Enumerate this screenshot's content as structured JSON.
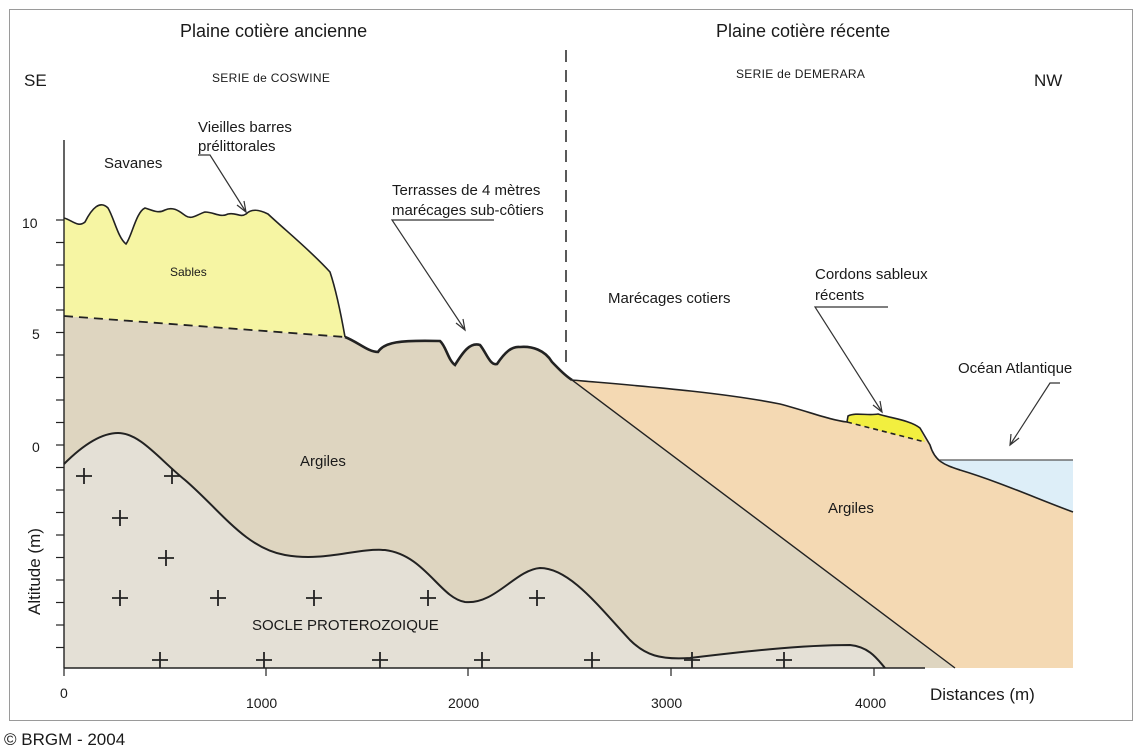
{
  "headers": {
    "left_title": "Plaine cotière ancienne",
    "right_title": "Plaine cotière récente",
    "left_direction": "SE",
    "right_direction": "NW",
    "left_series": "SERIE de COSWINE",
    "right_series": "SERIE de DEMERARA"
  },
  "labels": {
    "savanes": "Savanes",
    "vieilles_line1": "Vieilles barres",
    "vieilles_line2": "prélittorales",
    "terrasses_line1": "Terrasses de 4 mètres",
    "terrasses_line2": "marécages sub-côtiers",
    "sables": "Sables",
    "marecages": "Marécages cotiers",
    "cordons_line1": "Cordons sableux",
    "cordons_line2": "récents",
    "ocean": "Océan Atlantique",
    "argiles_left": "Argiles",
    "argiles_right": "Argiles",
    "socle": "SOCLE PROTEROZOIQUE"
  },
  "axes": {
    "y_label": "Altitude (m)",
    "x_label": "Distances (m)",
    "y_ticks": [
      "10",
      "5",
      "0"
    ],
    "x_ticks": [
      "0",
      "1000",
      "2000",
      "3000",
      "4000"
    ]
  },
  "colors": {
    "sables": "#f6f5a3",
    "argiles_old": "#ded5c0",
    "argiles_recent": "#f4d9b3",
    "socle": "#e4e0d6",
    "ocean": "#ddeef8",
    "cordons": "#f2ef3f"
  },
  "copyright": "© BRGM - 2004"
}
